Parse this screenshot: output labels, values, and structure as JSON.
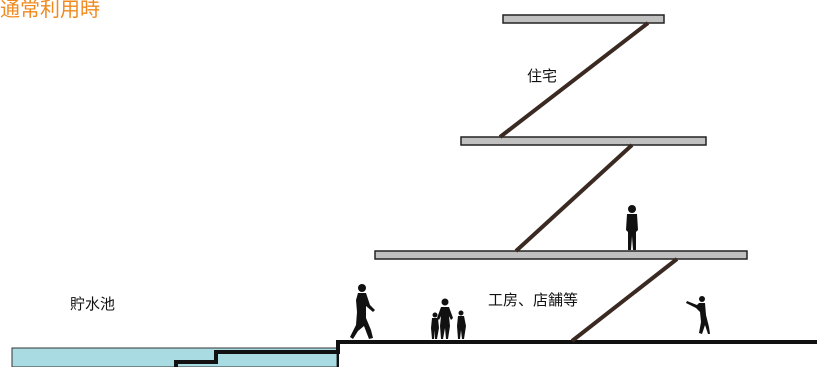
{
  "title": "通常利用時",
  "labels": {
    "housing": "住宅",
    "workshop": "工房、店舗等",
    "reservoir": "貯水池"
  },
  "colors": {
    "title": "#f08a1e",
    "floor_slab_fill": "#c0c0c0",
    "water": "#a9dbe3",
    "structure": "#111111"
  },
  "icons": [
    "person-walking-icon",
    "family-icon",
    "person-standing-icon",
    "person-pointing-icon"
  ]
}
